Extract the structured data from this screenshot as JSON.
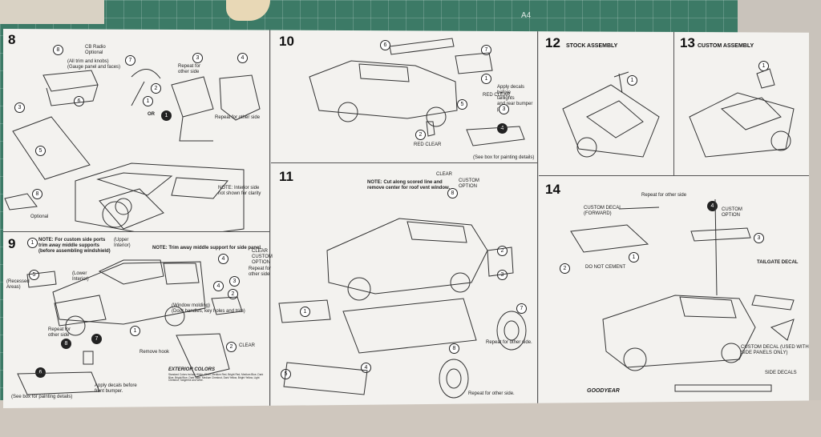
{
  "background": {
    "mat_label": "A4"
  },
  "steps": {
    "s8": {
      "number": "8",
      "labels": {
        "cb_radio": "CB Radio\nOptional",
        "all_trim": "(All trim and knobs)\n(Gauge panel and faces)",
        "repeat": "Repeat for\nother side",
        "or": "OR",
        "repeat_other": "Repeat for other side",
        "optional": "Optional",
        "note": "NOTE: Interior side\nnot shown for clarity"
      }
    },
    "s9": {
      "number": "9",
      "labels": {
        "note_custom": "NOTE: For custom side ports\ntrim away middle supports\n(before assembling windshield)",
        "upper_interior": "(Upper\nInterior)",
        "note_trim": "NOTE: Trim away middle support for side panel.",
        "clear_custom": "CLEAR\nCUSTOM\nOPTION",
        "repeat_other": "Repeat for\nother side",
        "recessed": "(Recessed\nAreas)",
        "lower_interior": "(Lower\nInterior)",
        "window_molding": "(Window molding)\n(Door handles, key holes and trim)",
        "repeat_side": "Repeat for\nother side",
        "remove_hook": "Remove hook",
        "clear": "CLEAR",
        "apply_decals": "Apply decals before\nfront bumper.",
        "see_box": "(See box for painting details)",
        "ext_colors_title": "EXTERIOR COLORS",
        "ext_colors_text": "Standard Colors include White, Silver, Medium Red, Bright Red, Medium Blue, Dark Blue, Bright Blue, Dark Jade, Medium Chestnut, Dark Yellow, Bright Yellow, Light Chestnut, Tangerine and Wine."
      }
    },
    "s10": {
      "number": "10",
      "labels": {
        "red_clear_a": "RED CLEAR",
        "apply_decals": "Apply decals\nbefore\ntaillights\nand rear bumper\nparts",
        "red_clear_b": "RED CLEAR",
        "see_box": "(See box for painting details)"
      }
    },
    "s11": {
      "number": "11",
      "labels": {
        "note": "NOTE: Cut along scored line and\nremove center for roof vent window.",
        "clear": "CLEAR",
        "custom_option": "CUSTOM\nOPTION",
        "repeat_a": "Repeat for other side.",
        "repeat_b": "Repeat for other side."
      }
    },
    "s12": {
      "number": "12",
      "title": "STOCK ASSEMBLY"
    },
    "s13": {
      "number": "13",
      "title": "CUSTOM ASSEMBLY"
    },
    "s14": {
      "number": "14",
      "labels": {
        "repeat": "Repeat for other side",
        "custom_decal_fwd": "CUSTOM DECAL\n(FORWARD)",
        "custom_option": "CUSTOM\nOPTION",
        "do_not_cement": "DO NOT CEMENT",
        "tailgate": "TAILGATE DECAL",
        "custom_decal_side": "CUSTOM DECAL (USED WITH\nSIDE PANELS ONLY)",
        "side_decals": "SIDE DECALS",
        "brand": "GOODYEAR"
      }
    }
  }
}
